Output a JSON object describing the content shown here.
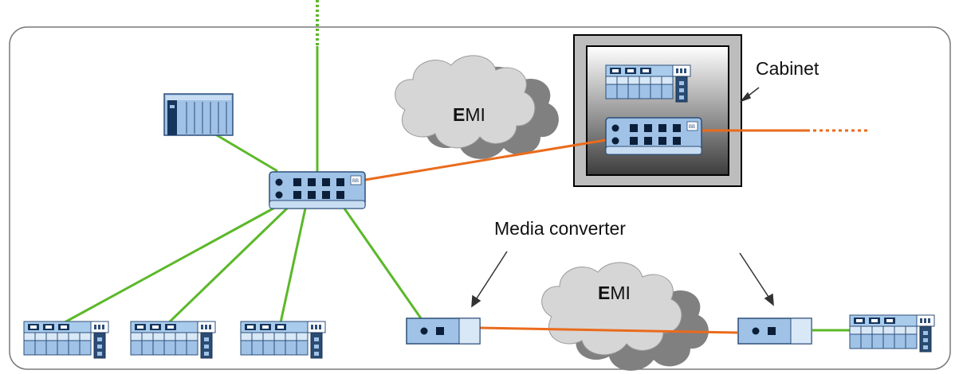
{
  "labels": {
    "cabinet": "Cabinet",
    "media_converter": "Media converter",
    "emi_prefix": "E",
    "emi_suffix": "MI",
    "switch_badge": "BB"
  },
  "icons": {
    "plc": "plc-rack-icon",
    "switch": "ethernet-switch-icon",
    "io": "io-module-icon",
    "converter": "media-converter-icon",
    "cloud": "emi-cloud-icon"
  },
  "colors": {
    "copper_link": "#5cb82a",
    "fiber_link": "#ea6b1c",
    "device_fill": "#9fc2e6",
    "device_stroke": "#2d4f79",
    "cloud_fill": "#d6d6d6",
    "cloud_shadow": "#808080",
    "frame": "#7a7a7a"
  }
}
